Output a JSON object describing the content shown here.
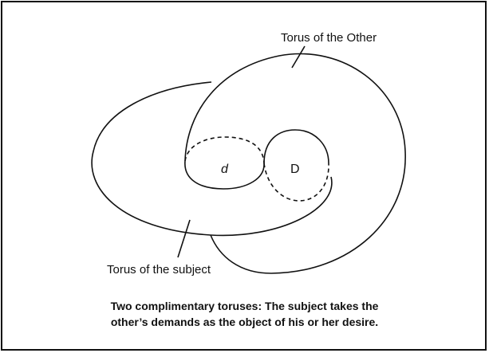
{
  "diagram": {
    "labels": {
      "torus_other": "Torus of the Other",
      "torus_subject": "Torus of the subject",
      "hole_small": "d",
      "hole_large": "D"
    },
    "caption": {
      "line1": "Two complimentary toruses: The subject takes the",
      "line2": "other’s demands as the object of his or her desire."
    },
    "colors": {
      "stroke": "#111111",
      "background": "#ffffff"
    }
  }
}
